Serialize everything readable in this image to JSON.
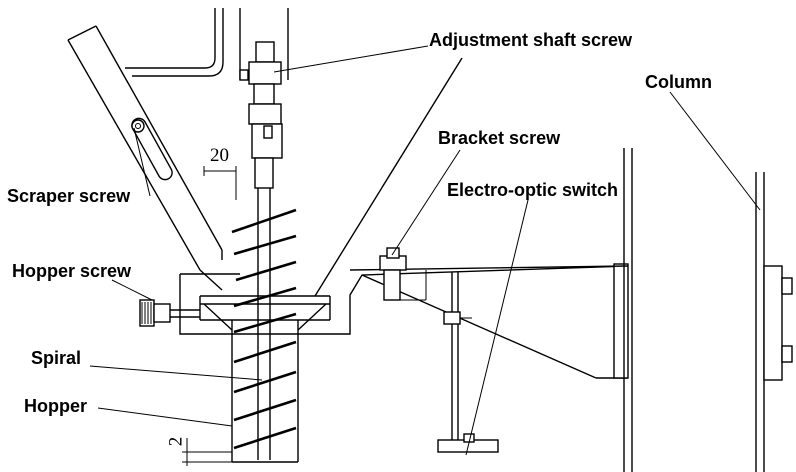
{
  "labels": {
    "adjustment_shaft_screw": "Adjustment shaft screw",
    "column": "Column",
    "bracket_screw": "Bracket screw",
    "scraper_screw": "Scraper screw",
    "electro_optic_switch": "Electro-optic switch",
    "hopper_screw": "Hopper screw",
    "spiral": "Spiral",
    "hopper": "Hopper"
  },
  "dimensions": {
    "top_clearance": "20",
    "bottom_clearance": "2"
  },
  "colors": {
    "line": "#000000",
    "background": "#ffffff"
  }
}
